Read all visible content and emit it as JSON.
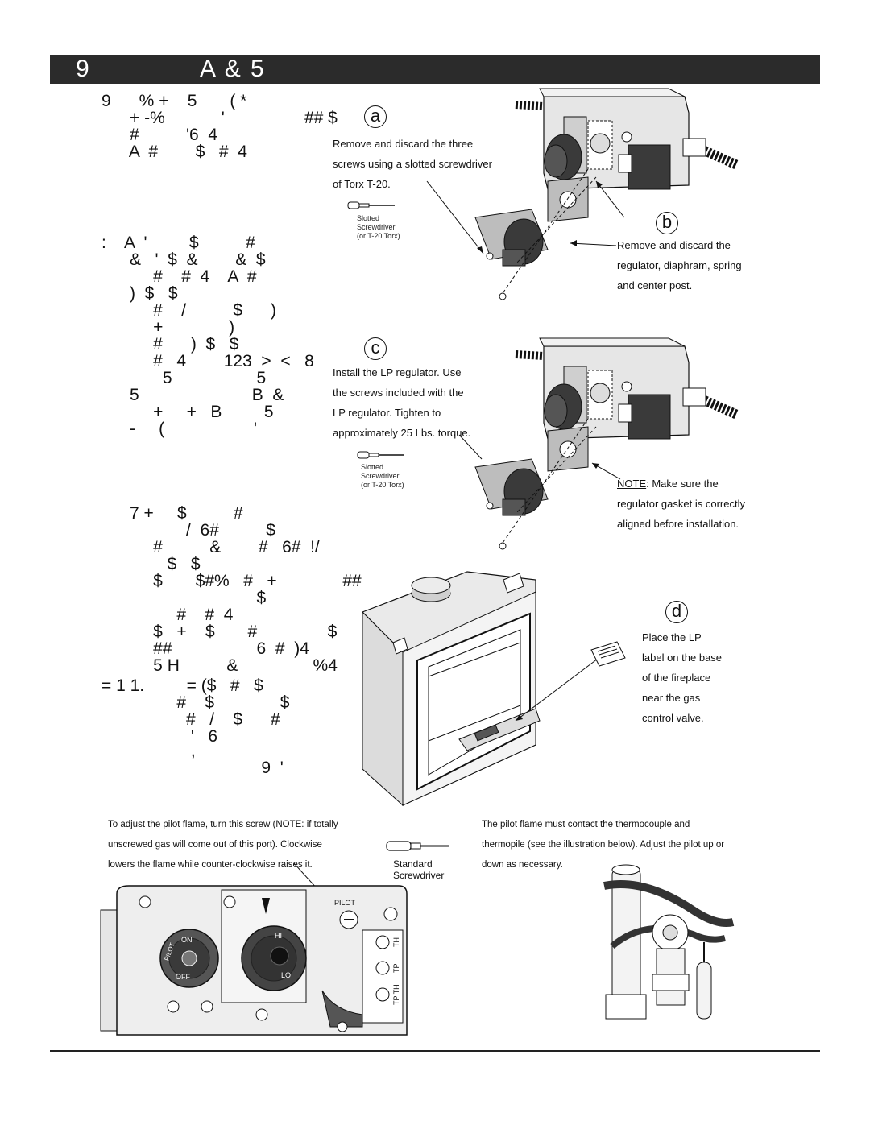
{
  "header": {
    "title_left": "9",
    "title_right": "A & 5"
  },
  "left_column": {
    "lines": [
      "9      % +    5       ( *",
      "      + -%            '                 ## $",
      "      #          '6  4",
      "      A  #        $   #  4",
      ":    A  '         $          #",
      "      &   '  $  &        &  $",
      "           #    #  4    A  #",
      "      )  $   $",
      "           #    /          $      )",
      "           +              )",
      "           #      )  $   $",
      "           #   4        123  >  <   8",
      "             5                  5",
      "      5                        B  &",
      "           +     +   B         5",
      "      -     (                   '",
      "      7 +     $          #",
      "                  /  6#          $",
      "           #          &        #   6#  !/",
      "              $   $",
      "           $       $#%   #   +              ##",
      "                                 $",
      "                #    #  4",
      "           $   +    $       #               $",
      "           ##                  6  #  )4",
      "           5 H          &                %4",
      "= 1 1.         = ($   #   $",
      "                #    $              $",
      "                  #   /    $      #",
      "                   '   6",
      "                   ,",
      "                                  9  '"
    ]
  },
  "figure_a": {
    "letter": "a",
    "caption_lines": [
      "Remove and discard the three",
      "screws using a slotted screwdriver",
      "of Torx T-20."
    ],
    "tool_label_lines": [
      "Slotted",
      "Screwdriver",
      "(or T-20 Torx)"
    ]
  },
  "figure_b": {
    "letter": "b",
    "caption_lines": [
      "Remove and discard the",
      "regulator, diaphram, spring",
      "and center post."
    ]
  },
  "figure_c": {
    "letter": "c",
    "caption_lines": [
      "Install the LP regulator.  Use",
      "the screws included with the",
      "LP regulator.  Tighten to",
      "approximately 25 Lbs. torque."
    ],
    "tool_label_lines": [
      "Slotted",
      "Screwdriver",
      "(or T-20 Torx)"
    ],
    "note_label": "NOTE",
    "note_lines": [
      ":  Make sure the",
      "regulator gasket is correctly",
      "aligned before installation."
    ]
  },
  "figure_d": {
    "letter": "d",
    "caption_lines": [
      "Place the LP",
      "label on the base",
      "of the fireplace",
      "near the gas",
      "control valve."
    ]
  },
  "pilot_section": {
    "left_caption_lines": [
      "To adjust the pilot flame,  turn this screw (NOTE: if totally",
      "unscrewed gas will come out of this port).  Clockwise",
      "lowers the flame while counter-clockwise raises it."
    ],
    "tool_label_lines": [
      "Standard",
      "Screwdriver"
    ],
    "right_caption_lines": [
      "The pilot flame must contact the thermocouple and",
      "thermopile (see the illustration below).  Adjust the pilot up or",
      "down as necessary."
    ],
    "valve_labels": {
      "pilot": "PILOT",
      "on": "ON",
      "off": "OFF",
      "hi": "HI",
      "lo": "LO",
      "th": "TH",
      "tp": "TP",
      "tpth": "TP TH"
    }
  },
  "colors": {
    "header_bg": "#2b2b2b",
    "line": "#111111",
    "device_fill": "#e6e6e6",
    "dark_part": "#3a3a3a"
  }
}
